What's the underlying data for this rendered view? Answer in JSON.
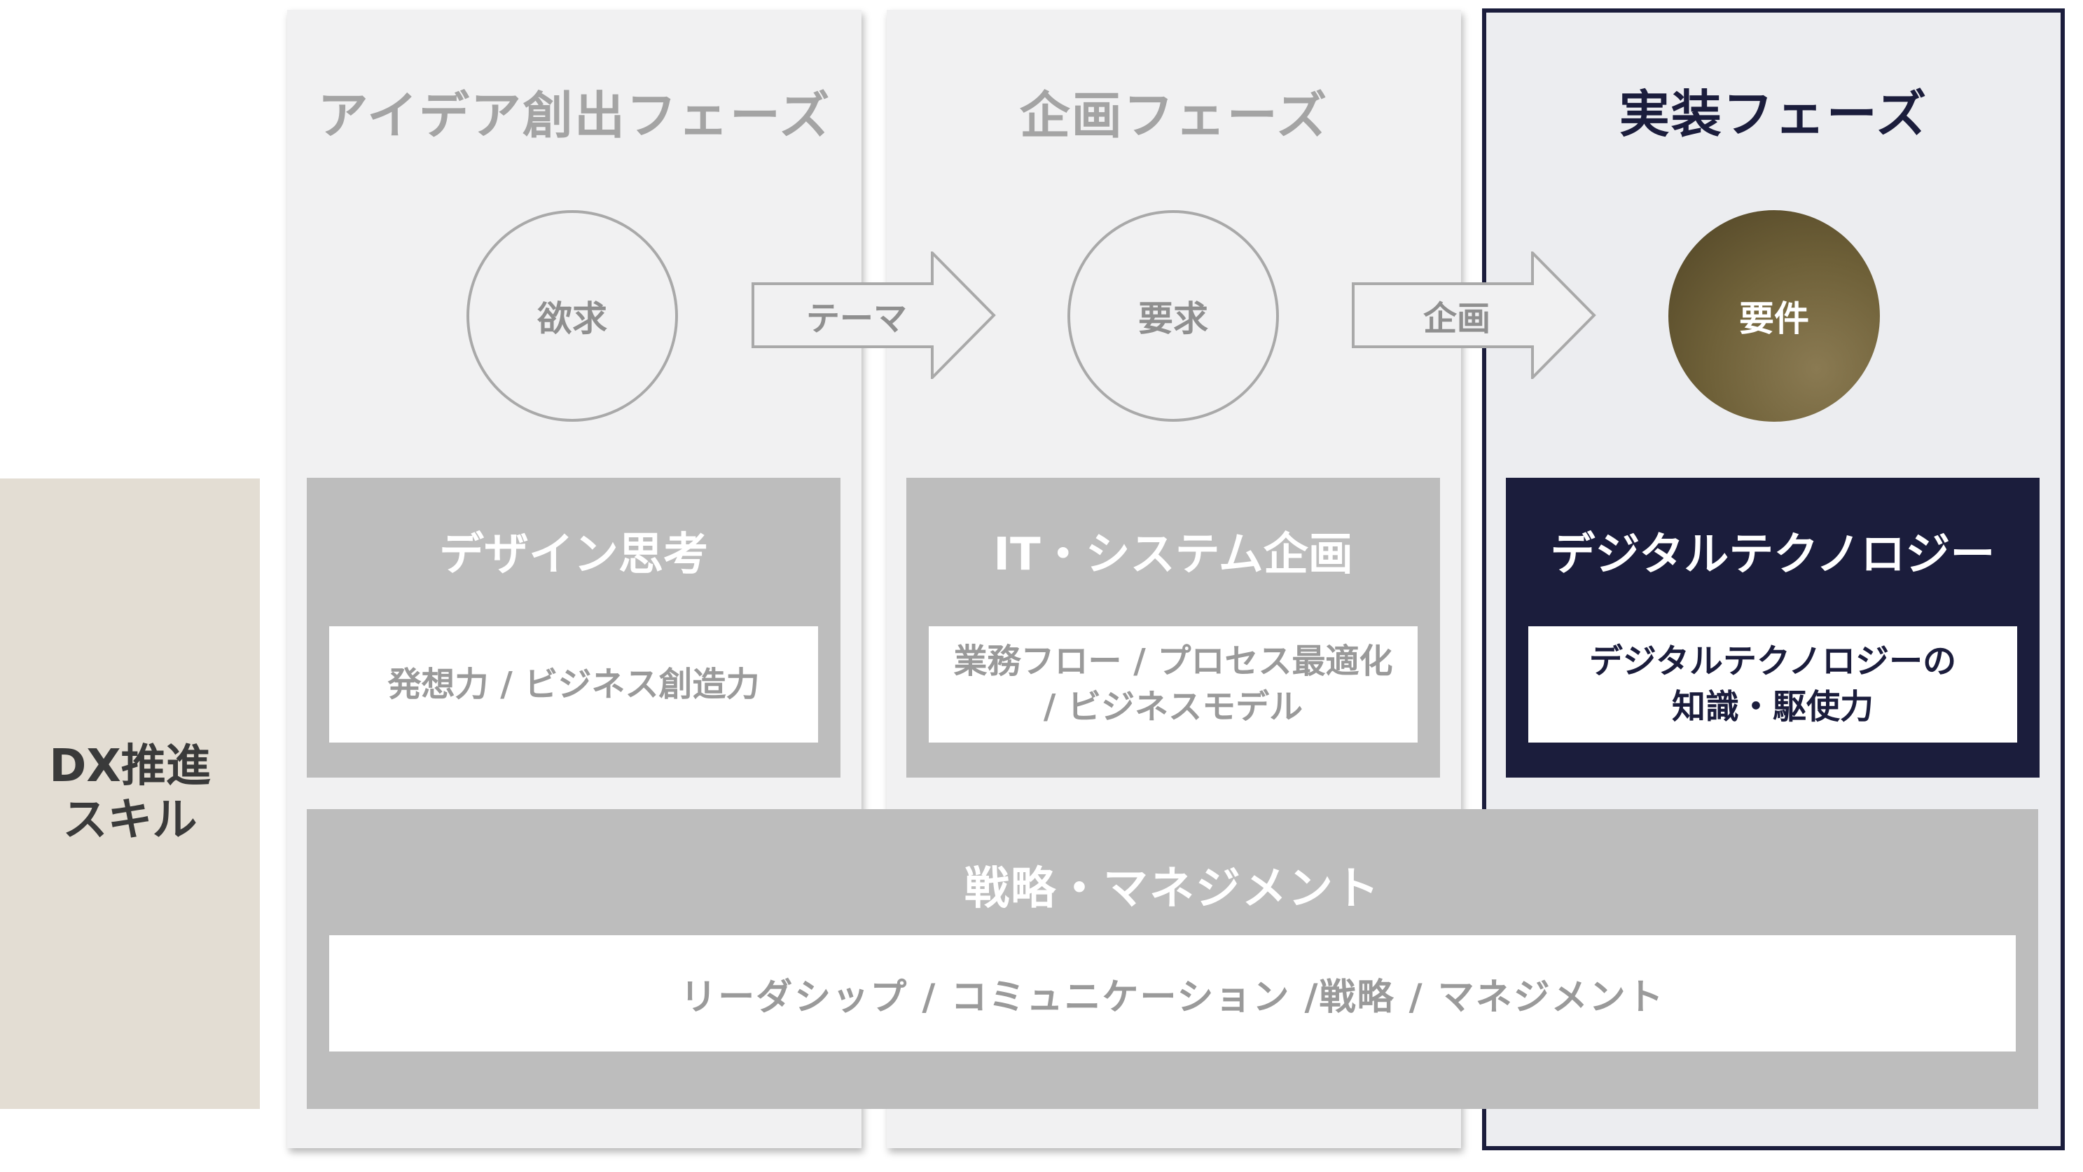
{
  "side_label": "DX推進\nスキル",
  "phases": [
    {
      "title": "アイデア創出フェーズ",
      "circle": "欲求"
    },
    {
      "title": "企画フェーズ",
      "circle": "要求"
    },
    {
      "title": "実装フェーズ",
      "circle": "要件"
    }
  ],
  "arrows": [
    "テーマ",
    "企画"
  ],
  "skills": [
    {
      "title": "デザイン思考",
      "detail": "発想力 / ビジネス創造力"
    },
    {
      "title": "IT・システム企画",
      "detail": "業務フロー / プロセス最適化\n/ ビジネスモデル"
    },
    {
      "title": "デジタルテクノロジー",
      "detail": "デジタルテクノロジーの\n知識・駆使力"
    }
  ],
  "strategy": {
    "title": "戦略・マネジメント",
    "detail": "リーダシップ / コミュニケーション /戦略 / マネジメント"
  },
  "colors": {
    "navy": "#1b1d3c",
    "gold": "#6e6038",
    "gray_box": "#bdbdbd",
    "side_beige": "#e3ddd3"
  }
}
